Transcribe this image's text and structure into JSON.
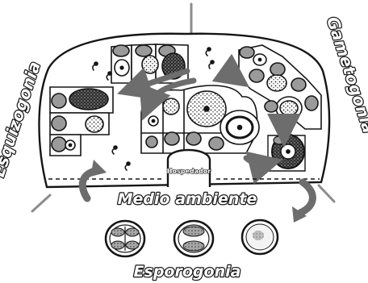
{
  "labels": {
    "schizogony": "Esquizogonia",
    "gametogony": "Gametogonia",
    "host": "Hospedador",
    "environment": "Medio ambiente",
    "sporogony": "Esporogonia"
  },
  "colors": {
    "ink": "#151515",
    "arrow": "#6d6d6d",
    "cell_gray": "#9a9a9a",
    "cell_light": "#f1f1f1",
    "pole": "#8c8c8c",
    "background": "#ffffff"
  }
}
